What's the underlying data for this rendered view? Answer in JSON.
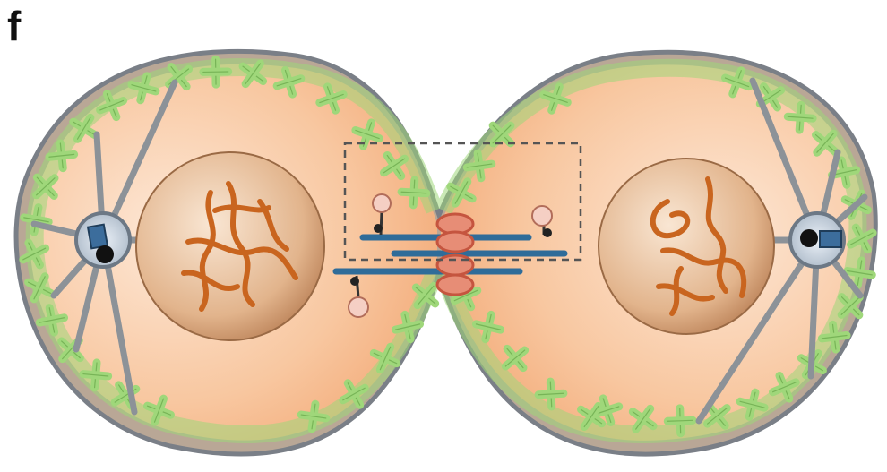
{
  "figure": {
    "panel_label": "f",
    "colors": {
      "cytoplasm": "#f7b98a",
      "cytoplasm_highlight": "#fde8d7",
      "cortex_green": "#9fd77a",
      "cortex_green_dark": "#5e9c3f",
      "membrane": "#8a8f98",
      "nucleus": "#d59a6b",
      "nucleus_light": "#f7e2cf",
      "chromatin": "#c9651f",
      "microtubule": "#2f6c99",
      "astral_ray": "#8c9298",
      "midbody_ring": "#e57a6a",
      "motor_head": "#f5cfc4",
      "dashed_box": "#555555"
    },
    "cells": [
      "left-daughter-cell",
      "right-daughter-cell"
    ],
    "structures": [
      "contractile-ring",
      "central-spindle",
      "motor-proteins",
      "centrosomes",
      "nuclei",
      "actin-cortex"
    ]
  }
}
